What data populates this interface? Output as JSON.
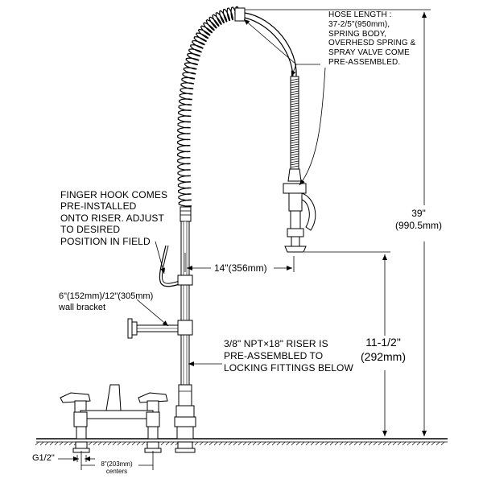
{
  "annotations": {
    "hose_length": [
      "HOSE LENGTH :",
      "37-2/5\"(950mm),",
      "SPRING BODY,",
      "OVERHESD SPRING &",
      "SPRAY VALVE COME",
      "PRE-ASSEMBLED."
    ],
    "finger_hook": [
      "FINGER HOOK COMES",
      "PRE-INSTALLED",
      "ONTO RISER. ADJUST",
      "TO DESIRED",
      "POSITION IN FIELD"
    ],
    "wall_bracket": [
      "6\"(152mm)/12\"(305mm)",
      "wall bracket"
    ],
    "riser": [
      "3/8\" NPT×18\" RISER IS",
      "PRE-ASSEMBLED TO",
      "LOCKING FITTINGS BELOW"
    ]
  },
  "dimensions": {
    "horizontal_reach": "14\"(356mm)",
    "overall_height": [
      "39\"",
      "(990.5mm)"
    ],
    "spout_height": [
      "11-1/2\"",
      "(292mm)"
    ],
    "thread": "G1/2\"",
    "centers": [
      "8\"(203mm)",
      "centers"
    ]
  }
}
